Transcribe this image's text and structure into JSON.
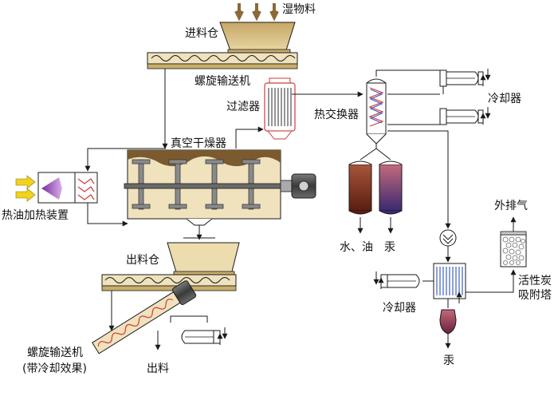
{
  "labels": {
    "wet_material": "湿物料",
    "feed_bin": "进料仓",
    "screw_conveyor_top": "螺旋输送机",
    "filter": "过滤器",
    "heat_exchanger": "热交换器",
    "cooler_top": "冷却器",
    "vacuum_dryer": "真空干燥器",
    "oil_heater": "热油加热装置",
    "water_oil": "水、油",
    "mercury_1": "汞",
    "exhaust": "外排气",
    "carbon_tower_1": "活性炭",
    "carbon_tower_2": "吸附塔",
    "discharge_bin": "出料仓",
    "cooler_bottom": "冷却器",
    "mercury_2": "汞",
    "screw_conveyor_bottom_1": "螺旋输送机",
    "screw_conveyor_bottom_2": "(带冷却效果)",
    "discharge": "出料"
  },
  "colors": {
    "line": "#1a1a1a",
    "tan": "#d8c79a",
    "tan_dark": "#b79a55",
    "brown_material": "#7a5a2e",
    "container_fill": "#ecdcae",
    "blue_coil": "#3b5fc0",
    "red_coil": "#d23a3a",
    "arrow_yellow": "#f2d21a",
    "arrow_brown": "#8a6a3a",
    "water_oil_fill": "#7a2a1a",
    "mercury_fill": "#4a2e6a",
    "motor_gray": "#555555"
  }
}
